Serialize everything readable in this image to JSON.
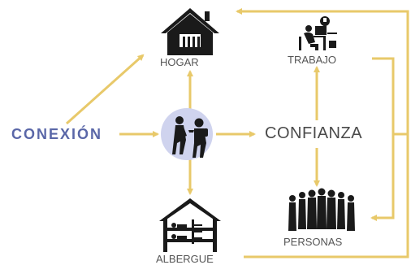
{
  "nodes": {
    "hogar": "HOGAR",
    "trabajo": "TRABAJO",
    "conexion": "CONEXIÓN",
    "confianza": "CONFIANZA",
    "personas": "PERSONAS",
    "albergue": "ALBERGUE"
  },
  "colors": {
    "arrow": "#e8c96a",
    "icon": "#1a1a1a",
    "accent_text": "#5a67a8",
    "label_text": "#555555",
    "circle_fill": "#cfd3ee"
  },
  "icons": {
    "hogar": "house-icon",
    "trabajo": "office-worker-icon",
    "center": "walking-family-icon",
    "personas": "crowd-icon",
    "albergue": "bunk-bed-shelter-icon"
  }
}
